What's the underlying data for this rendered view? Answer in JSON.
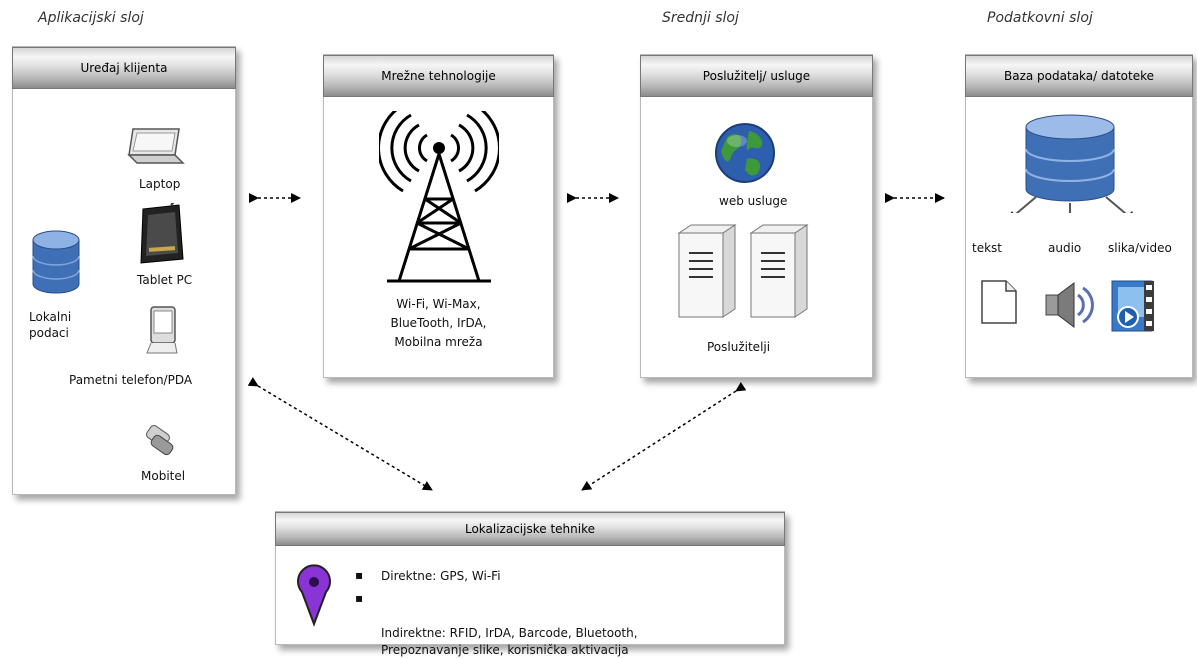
{
  "layers": {
    "application": "Aplikacijski sloj",
    "middle": "Srednji sloj",
    "data": "Podatkovni sloj"
  },
  "client": {
    "title": "Uređaj klijenta",
    "laptop": "Laptop",
    "tablet": "Tablet PC",
    "local_data": "Lokalni\npodaci",
    "smartphone": "Pametni telefon/PDA",
    "mobile": "Mobitel"
  },
  "network": {
    "title": "Mrežne tehnologije",
    "tech": "Wi-Fi, Wi-Max,\nBlueTooth, IrDA,\nMobilna mreža"
  },
  "server": {
    "title": "Poslužitelj/ usluge",
    "web": "web usluge",
    "servers": "Poslužitelji"
  },
  "database": {
    "title": "Baza podataka/ datoteke",
    "text": "tekst",
    "audio": "audio",
    "image_video": "slika/video"
  },
  "localization": {
    "title": "Lokalizacijske tehnike",
    "bullets": [
      "Direktne: GPS, Wi-Fi",
      "Indirektne: RFID, IrDA, Barcode, Bluetooth,\nPrepoznavanje slike, korisnička aktivacija"
    ]
  },
  "colors": {
    "db_blue": "#3f6fb5",
    "pin_purple": "#8a34d6",
    "globe_blue": "#2d5fae",
    "globe_green": "#3d9a3a"
  }
}
